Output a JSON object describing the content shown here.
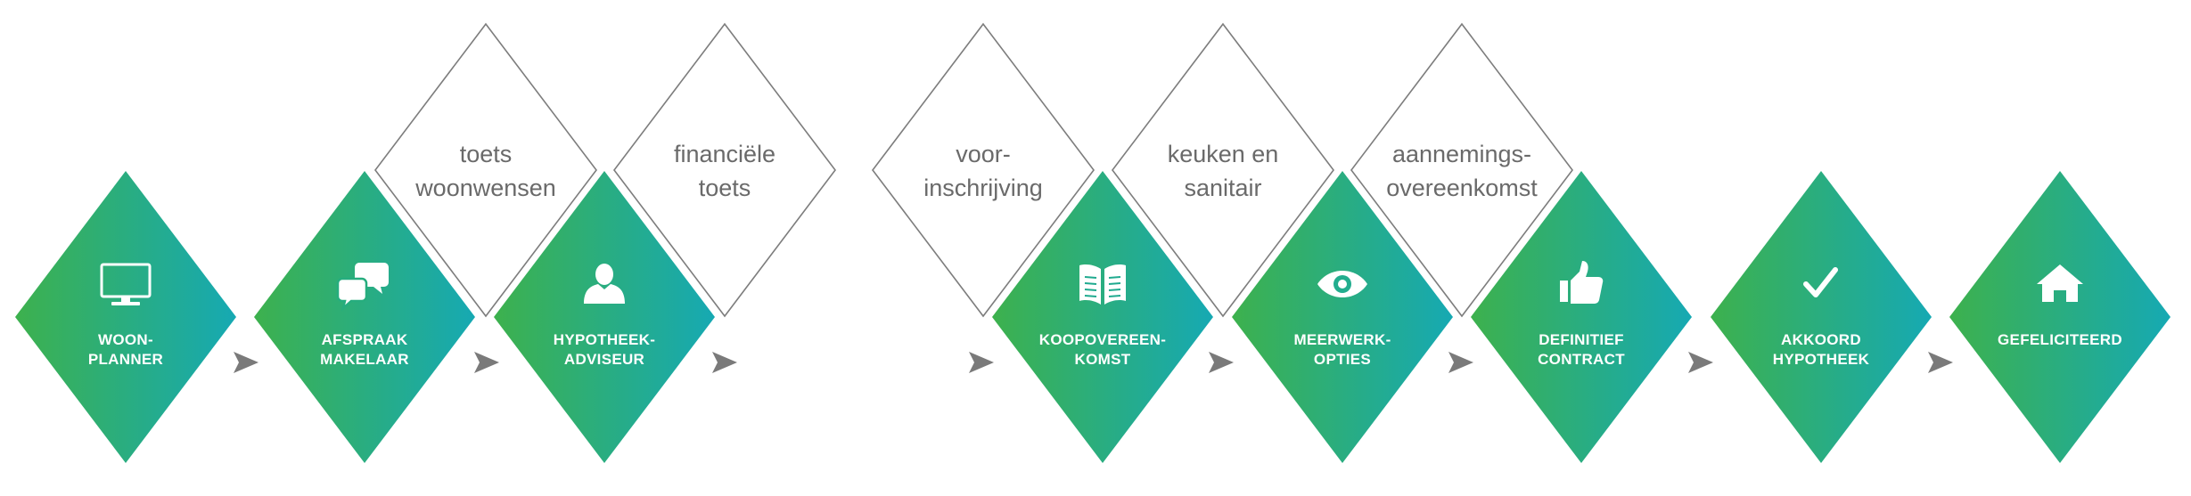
{
  "colors": {
    "gradient_start": "#3db14d",
    "gradient_end": "#16a9b3",
    "outline": "#7d7d7d",
    "arrow": "#7a7a7a",
    "optional_text": "#6a6a6a",
    "step_text": "#ffffff"
  },
  "steps": [
    {
      "icon": "monitor-icon",
      "lines": [
        "WOON-",
        "PLANNER"
      ]
    },
    {
      "icon": "chat-bubbles-icon",
      "lines": [
        "AFSPRAAK",
        "MAKELAAR"
      ]
    },
    {
      "icon": "person-icon",
      "lines": [
        "HYPOTHEEK-",
        "ADVISEUR"
      ]
    },
    {
      "icon": "open-book-icon",
      "lines": [
        "KOOPOVEREEN-",
        "KOMST"
      ]
    },
    {
      "icon": "eye-icon",
      "lines": [
        "MEERWERK-",
        "OPTIES"
      ]
    },
    {
      "icon": "thumbs-up-icon",
      "lines": [
        "DEFINITIEF",
        "CONTRACT"
      ]
    },
    {
      "icon": "checkmark-icon",
      "lines": [
        "AKKOORD",
        "HYPOTHEEK"
      ]
    },
    {
      "icon": "house-icon",
      "lines": [
        "GEFELICITEERD"
      ]
    }
  ],
  "optional_steps": [
    {
      "lines": [
        "toets",
        "woonwensen"
      ]
    },
    {
      "lines": [
        "financiële",
        "toets"
      ]
    },
    {
      "lines": [
        "voor-",
        "inschrijving"
      ]
    },
    {
      "lines": [
        "keuken en",
        "sanitair"
      ]
    },
    {
      "lines": [
        "aannemings-",
        "overeenkomst"
      ]
    }
  ]
}
